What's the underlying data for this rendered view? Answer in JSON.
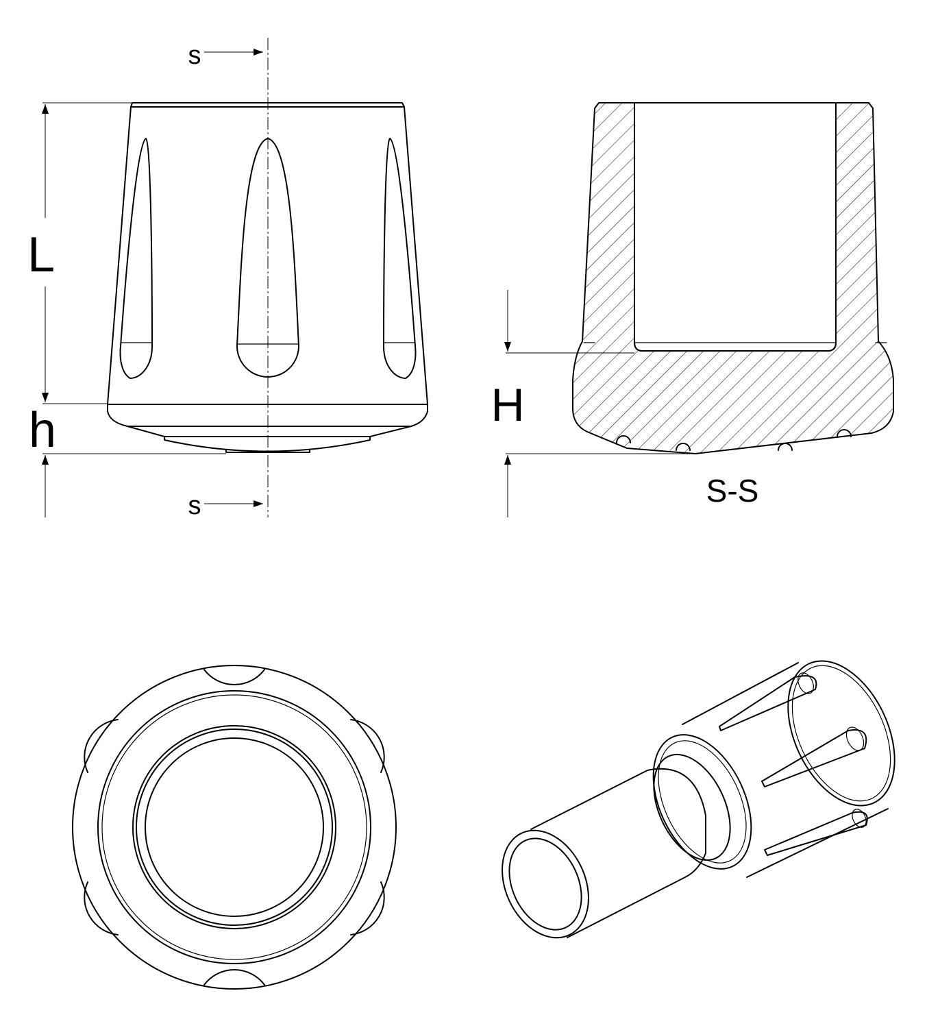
{
  "labels": {
    "section_mark_top": "s",
    "section_mark_bottom": "s",
    "dim_length": "L",
    "dim_base_height": "h",
    "dim_bottom_thickness": "H",
    "section_caption": "S-S"
  },
  "views": [
    "front-view",
    "section-view",
    "bottom-view",
    "isometric-view"
  ]
}
